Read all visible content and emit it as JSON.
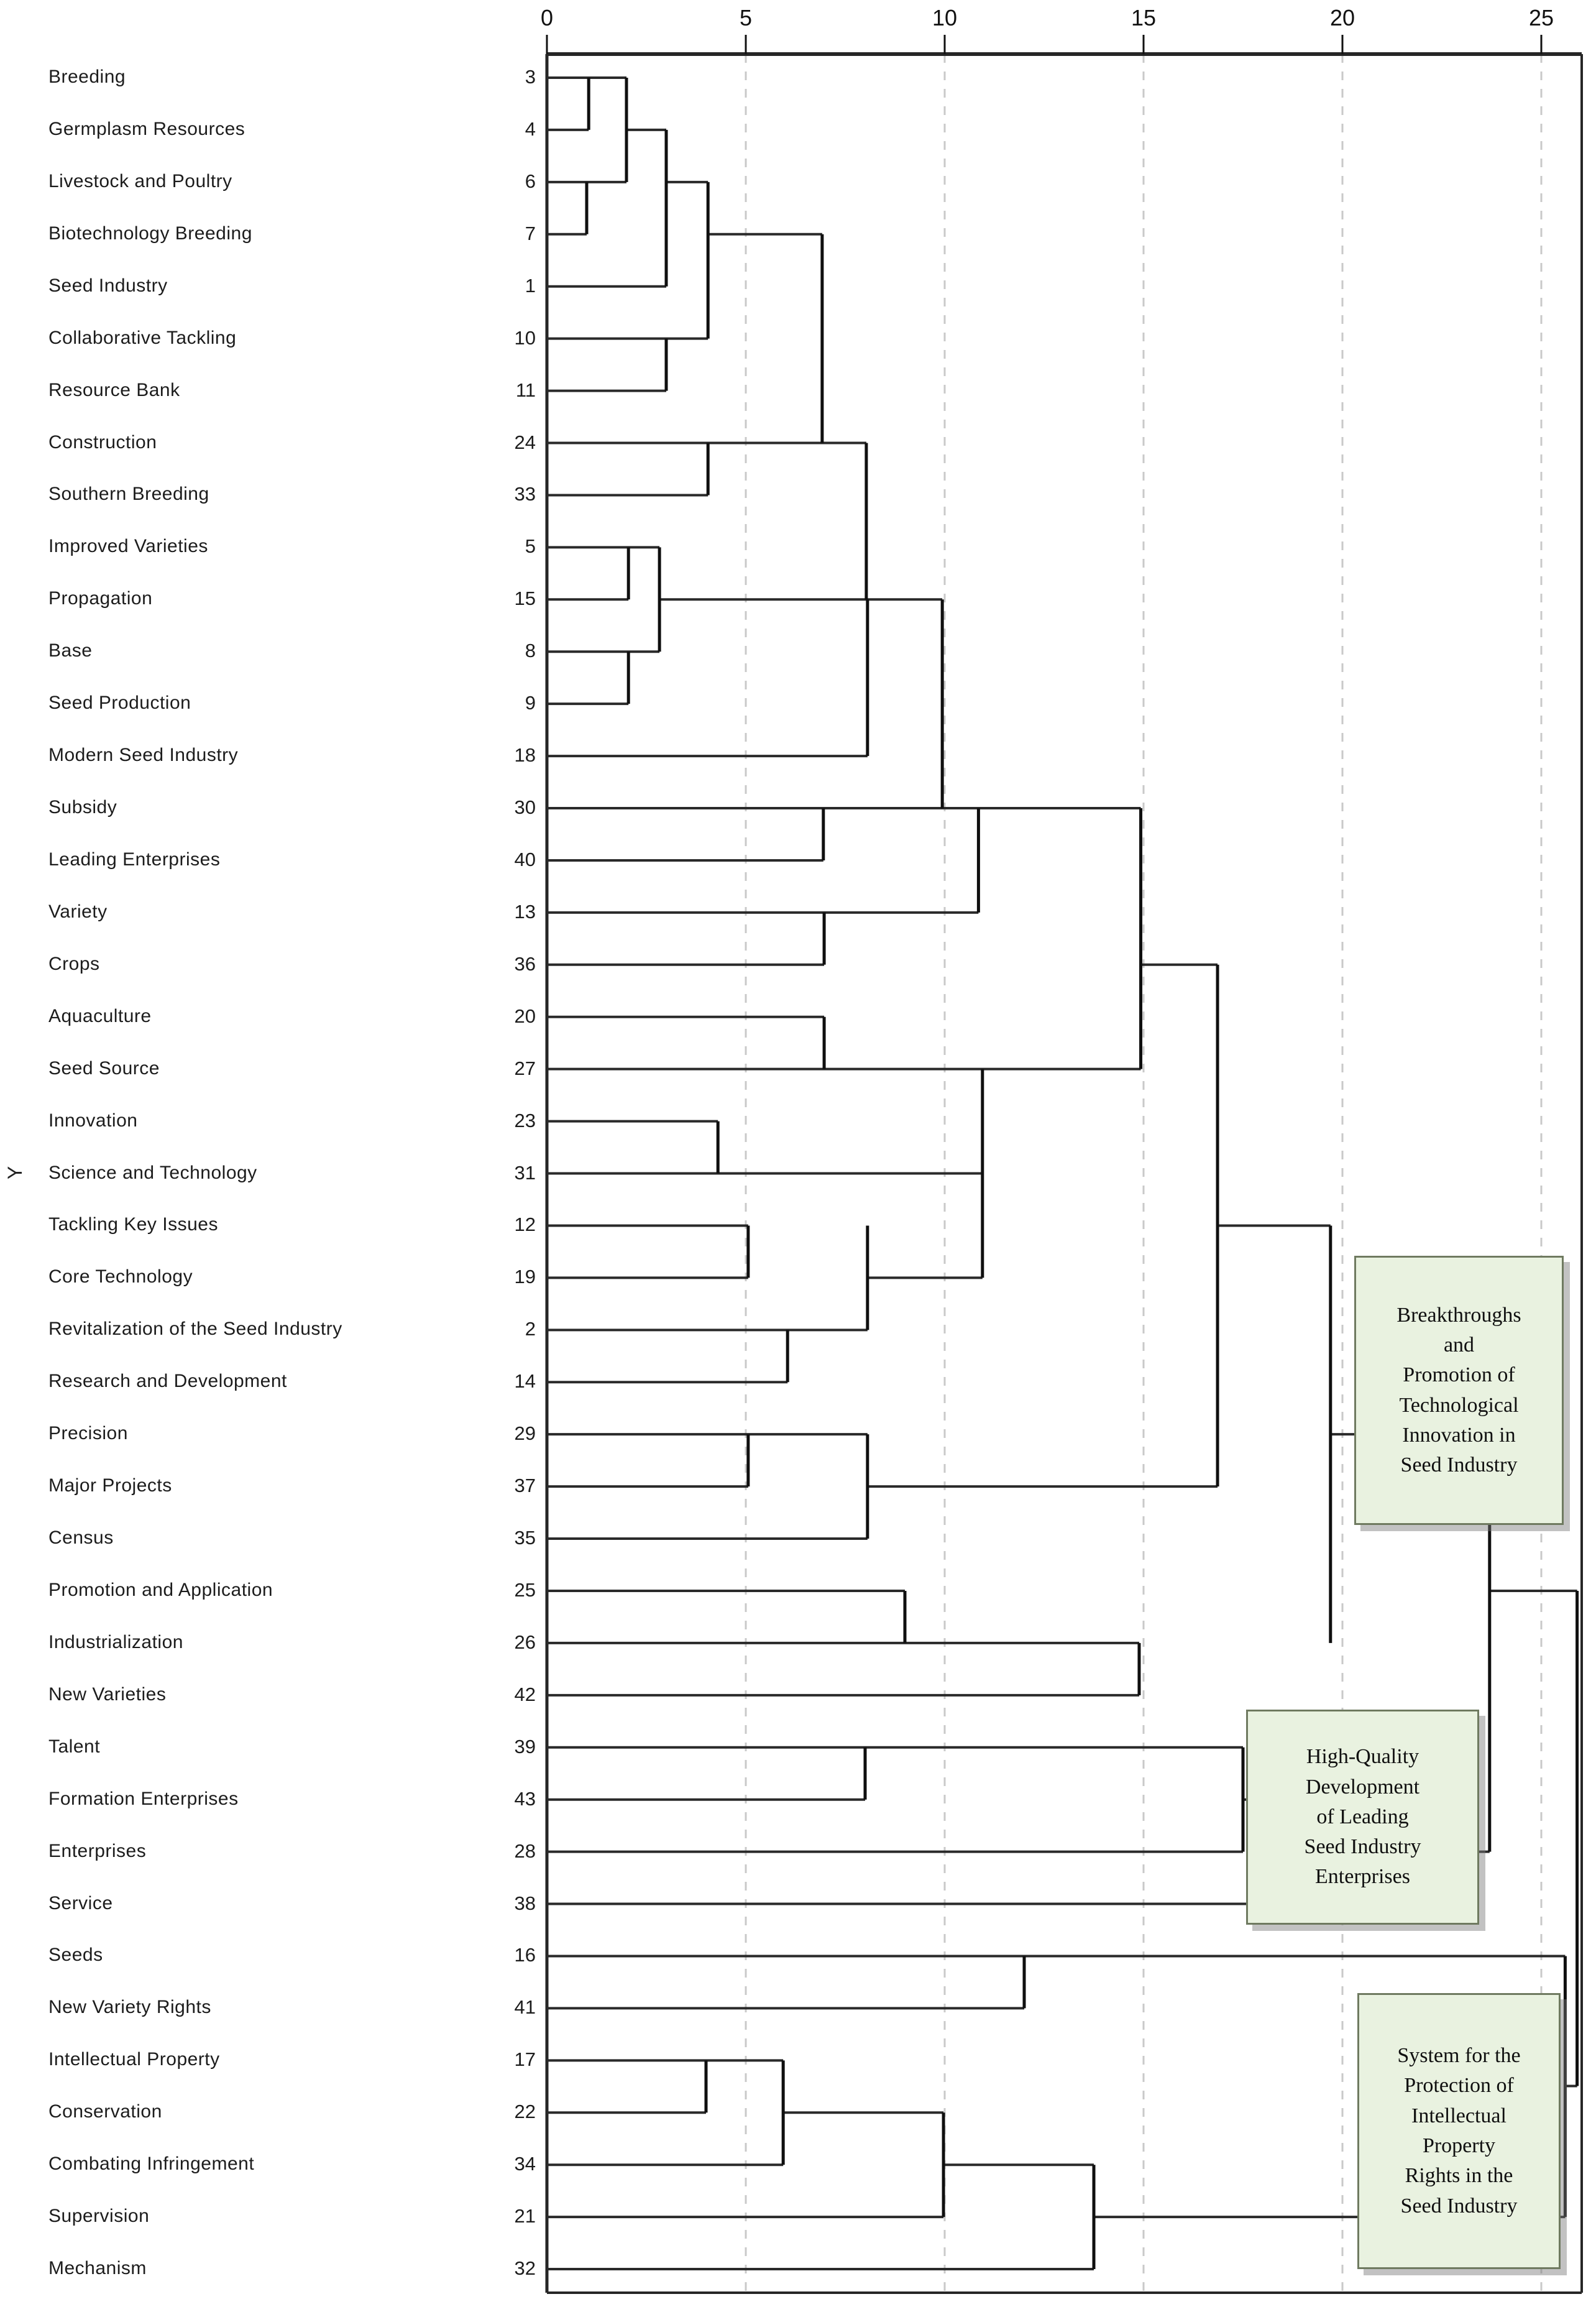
{
  "axis": {
    "tick_labels": [
      "0",
      "5",
      "10",
      "15",
      "20",
      "25"
    ],
    "y_axis_label": "Y"
  },
  "chart_data": {
    "type": "dendrogram",
    "title": "",
    "orientation": "labels-left-root-right",
    "x_axis": {
      "label": "",
      "min": 0,
      "max": 25,
      "ticks": [
        0,
        5,
        10,
        15,
        20,
        25
      ],
      "gridlines_dashed": [
        5,
        10,
        15,
        20,
        25
      ]
    },
    "leaves": [
      {
        "label": "Breeding",
        "num": "3"
      },
      {
        "label": "Germplasm Resources",
        "num": "4"
      },
      {
        "label": "Livestock and Poultry",
        "num": "6"
      },
      {
        "label": "Biotechnology Breeding",
        "num": "7"
      },
      {
        "label": "Seed Industry",
        "num": "1"
      },
      {
        "label": "Collaborative Tackling",
        "num": "10"
      },
      {
        "label": "Resource Bank",
        "num": "11"
      },
      {
        "label": "Construction",
        "num": "24"
      },
      {
        "label": "Southern Breeding",
        "num": "33"
      },
      {
        "label": "Improved Varieties",
        "num": "5"
      },
      {
        "label": "Propagation",
        "num": "15"
      },
      {
        "label": "Base",
        "num": "8"
      },
      {
        "label": "Seed Production",
        "num": "9"
      },
      {
        "label": "Modern Seed Industry",
        "num": "18"
      },
      {
        "label": "Subsidy",
        "num": "30"
      },
      {
        "label": "Leading Enterprises",
        "num": "40"
      },
      {
        "label": "Variety",
        "num": "13"
      },
      {
        "label": "Crops",
        "num": "36"
      },
      {
        "label": "Aquaculture",
        "num": "20"
      },
      {
        "label": "Seed Source",
        "num": "27"
      },
      {
        "label": "Innovation",
        "num": "23"
      },
      {
        "label": "Science and Technology",
        "num": "31"
      },
      {
        "label": "Tackling Key Issues",
        "num": "12"
      },
      {
        "label": "Core Technology",
        "num": "19"
      },
      {
        "label": "Revitalization of the Seed Industry",
        "num": "2"
      },
      {
        "label": "Research and Development",
        "num": "14"
      },
      {
        "label": "Precision",
        "num": "29"
      },
      {
        "label": "Major Projects",
        "num": "37"
      },
      {
        "label": "Census",
        "num": "35"
      },
      {
        "label": "Promotion and Application",
        "num": "25"
      },
      {
        "label": "Industrialization",
        "num": "26"
      },
      {
        "label": "New Varieties",
        "num": "42"
      },
      {
        "label": "Talent",
        "num": "39"
      },
      {
        "label": "Formation Enterprises",
        "num": "43"
      },
      {
        "label": "Enterprises",
        "num": "28"
      },
      {
        "label": "Service",
        "num": "38"
      },
      {
        "label": "Seeds",
        "num": "16"
      },
      {
        "label": "New Variety Rights",
        "num": "41"
      },
      {
        "label": "Intellectual Property",
        "num": "17"
      },
      {
        "label": "Conservation",
        "num": "22"
      },
      {
        "label": "Combating Infringement",
        "num": "34"
      },
      {
        "label": "Supervision",
        "num": "21"
      },
      {
        "label": "Mechanism",
        "num": "32"
      }
    ],
    "segments": {
      "h": [
        [
          0,
          0,
          2.0
        ],
        [
          1,
          0,
          1.05
        ],
        [
          1,
          2.0,
          3.0
        ],
        [
          2,
          0,
          2.0
        ],
        [
          2,
          3.0,
          4.05
        ],
        [
          3,
          0,
          1.0
        ],
        [
          3,
          4.05,
          6.92
        ],
        [
          4,
          0,
          3.0
        ],
        [
          5,
          0,
          4.05
        ],
        [
          6,
          0,
          3.0
        ],
        [
          7,
          0,
          8.03
        ],
        [
          8,
          0,
          4.05
        ],
        [
          9,
          0,
          2.83
        ],
        [
          10,
          0,
          2.05
        ],
        [
          10,
          2.83,
          9.94
        ],
        [
          11,
          0,
          2.83
        ],
        [
          12,
          0,
          2.05
        ],
        [
          13,
          0,
          8.06
        ],
        [
          14,
          0,
          14.93
        ],
        [
          15,
          0,
          6.95
        ],
        [
          16,
          0,
          10.85
        ],
        [
          17,
          0,
          6.97
        ],
        [
          17,
          14.93,
          16.86
        ],
        [
          18,
          0,
          6.97
        ],
        [
          19,
          0,
          14.93
        ],
        [
          20,
          0,
          4.3
        ],
        [
          21,
          0,
          10.95
        ],
        [
          22,
          0,
          5.06
        ],
        [
          22,
          16.86,
          19.7
        ],
        [
          23,
          0,
          5.06
        ],
        [
          23,
          8.06,
          10.95
        ],
        [
          24,
          0,
          8.06
        ],
        [
          25,
          0,
          6.05
        ],
        [
          26,
          0,
          8.06
        ],
        [
          26,
          19.7,
          23.7
        ],
        [
          27,
          0,
          5.06
        ],
        [
          27,
          8.06,
          16.86
        ],
        [
          28,
          0,
          8.06
        ],
        [
          29,
          0,
          9.0
        ],
        [
          29,
          23.7,
          25.9
        ],
        [
          30,
          0,
          14.89
        ],
        [
          31,
          0,
          14.89
        ],
        [
          32,
          0,
          17.5
        ],
        [
          33,
          0,
          8.0
        ],
        [
          33,
          17.5,
          18.3
        ],
        [
          34,
          0,
          17.5
        ],
        [
          34,
          18.3,
          23.7
        ],
        [
          35,
          0,
          18.3
        ],
        [
          36,
          0,
          25.6
        ],
        [
          37,
          0,
          12.0
        ],
        [
          38,
          0,
          5.94
        ],
        [
          39,
          0,
          4.0
        ],
        [
          39,
          5.94,
          9.97
        ],
        [
          40,
          0,
          5.94
        ],
        [
          40,
          9.97,
          13.75
        ],
        [
          41,
          0,
          9.97
        ],
        [
          41,
          13.75,
          25.6
        ],
        [
          42,
          0,
          13.75
        ],
        [
          38.49,
          25.6,
          25.9
        ]
      ],
      "v": [
        [
          1.05,
          0,
          1
        ],
        [
          1.0,
          2,
          3
        ],
        [
          2.0,
          0,
          2
        ],
        [
          3.0,
          1,
          4
        ],
        [
          3.0,
          5,
          6
        ],
        [
          4.05,
          2,
          5
        ],
        [
          4.05,
          7,
          8
        ],
        [
          6.92,
          3,
          7
        ],
        [
          2.05,
          9,
          10
        ],
        [
          2.05,
          11,
          12
        ],
        [
          2.83,
          9,
          11
        ],
        [
          8.03,
          7,
          10
        ],
        [
          8.06,
          10,
          13
        ],
        [
          9.94,
          10,
          14
        ],
        [
          6.95,
          14,
          15
        ],
        [
          6.97,
          16,
          17
        ],
        [
          10.85,
          14,
          16
        ],
        [
          6.97,
          18,
          19
        ],
        [
          4.3,
          20,
          21
        ],
        [
          10.95,
          19,
          23
        ],
        [
          5.06,
          22,
          23
        ],
        [
          6.05,
          24,
          25
        ],
        [
          8.06,
          22,
          24
        ],
        [
          14.93,
          14,
          19
        ],
        [
          5.06,
          26,
          27
        ],
        [
          8.06,
          26,
          28
        ],
        [
          16.86,
          17,
          27
        ],
        [
          9.0,
          29,
          30
        ],
        [
          14.89,
          30,
          31
        ],
        [
          19.7,
          22,
          30
        ],
        [
          8.0,
          32,
          33
        ],
        [
          17.5,
          32,
          34
        ],
        [
          18.3,
          33,
          35
        ],
        [
          23.7,
          26,
          34
        ],
        [
          12.0,
          36,
          37
        ],
        [
          4.0,
          38,
          39
        ],
        [
          5.94,
          38,
          40
        ],
        [
          9.97,
          39,
          41
        ],
        [
          13.75,
          40,
          42
        ],
        [
          25.6,
          36,
          41
        ],
        [
          25.9,
          29,
          38.49
        ]
      ]
    },
    "annotations": [
      {
        "text": "Breakthroughs and Promotion of Technological Innovation in Seed Industry",
        "lines": [
          "Breakthroughs",
          "and",
          "Promotion of",
          "Technological",
          "Innovation in",
          "Seed Industry"
        ]
      },
      {
        "text": "High-Quality Development of Leading Seed Industry Enterprises",
        "lines": [
          "High-Quality",
          "Development",
          "of Leading",
          "Seed Industry",
          "Enterprises"
        ]
      },
      {
        "text": "System for the Protection of Intellectual Property Rights in the Seed Industry",
        "lines": [
          "System for the",
          "Protection of",
          "Intellectual",
          "Property",
          "Rights in the",
          "Seed Industry"
        ]
      }
    ],
    "colors": {
      "line": "#1c1c1c",
      "gridline": "#c9c9c9",
      "annotation_fill": "#e9f2e0",
      "annotation_border": "#6f7a60"
    }
  }
}
